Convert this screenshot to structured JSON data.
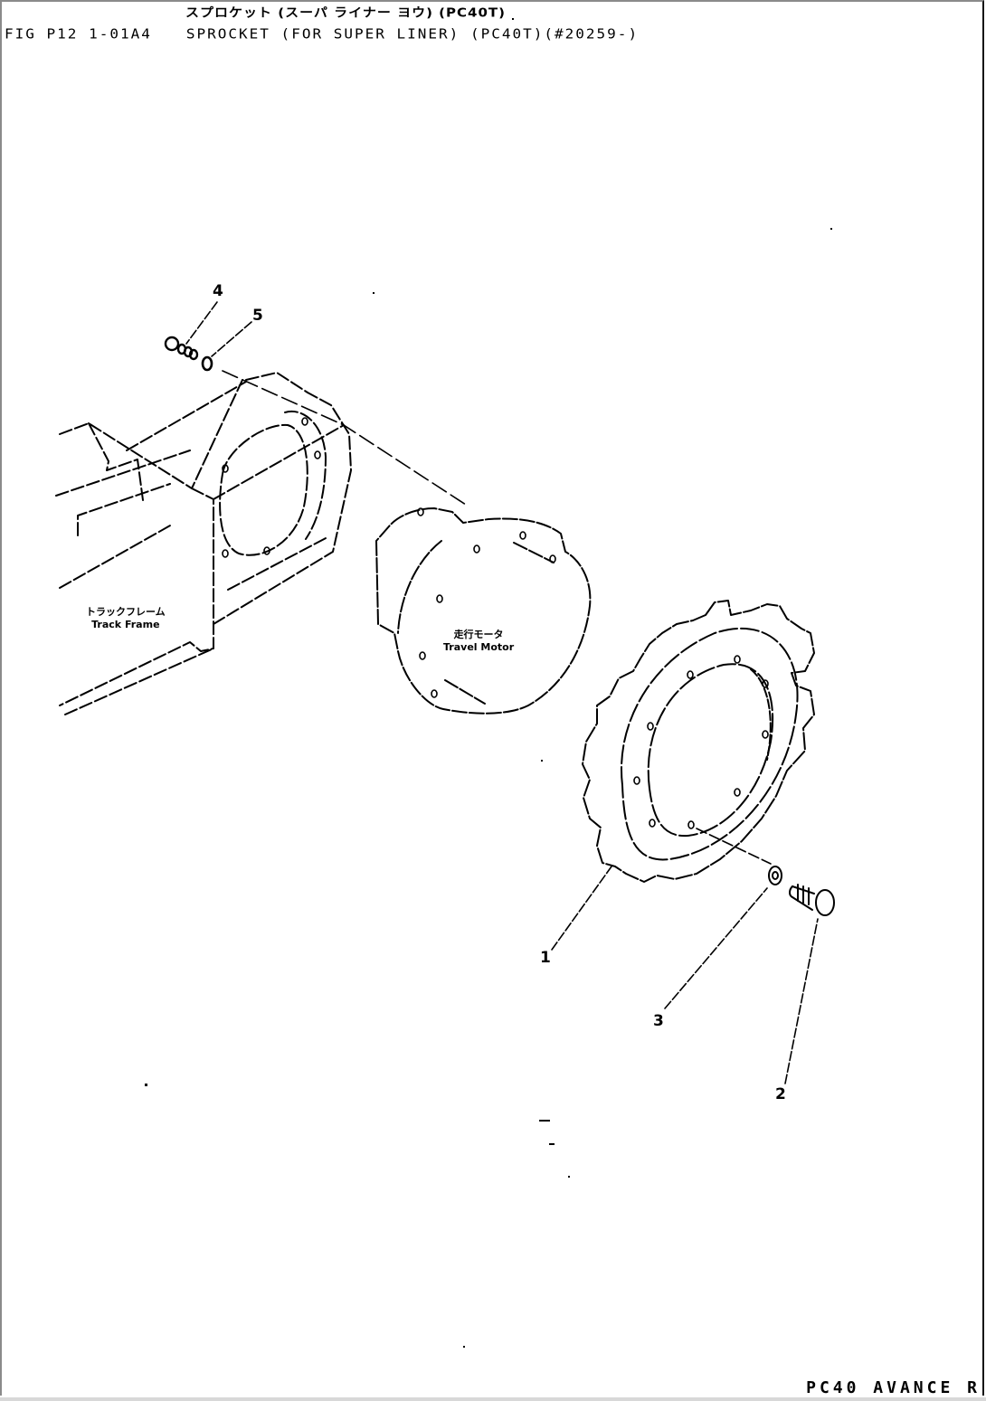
{
  "header": {
    "title_jp": "スプロケット (スーパ ライナー ヨウ) (PC40T)",
    "figure_id": "FIG P12 1-01A4",
    "title_en": "SPROCKET (FOR SUPER LINER) (PC40T)(#20259-)"
  },
  "parts": {
    "track_frame": {
      "label_jp": "トラックフレーム",
      "label_en": "Track Frame"
    },
    "travel_motor": {
      "label_jp": "走行モータ",
      "label_en": "Travel Motor"
    },
    "sprocket": {
      "callout": "1"
    },
    "bolt": {
      "callout": "2"
    },
    "washer": {
      "callout": "3"
    },
    "plug_bolt": {
      "callout": "4"
    },
    "plug_washer": {
      "callout": "5"
    }
  },
  "footer": {
    "model": "PC40 AVANCE R"
  }
}
